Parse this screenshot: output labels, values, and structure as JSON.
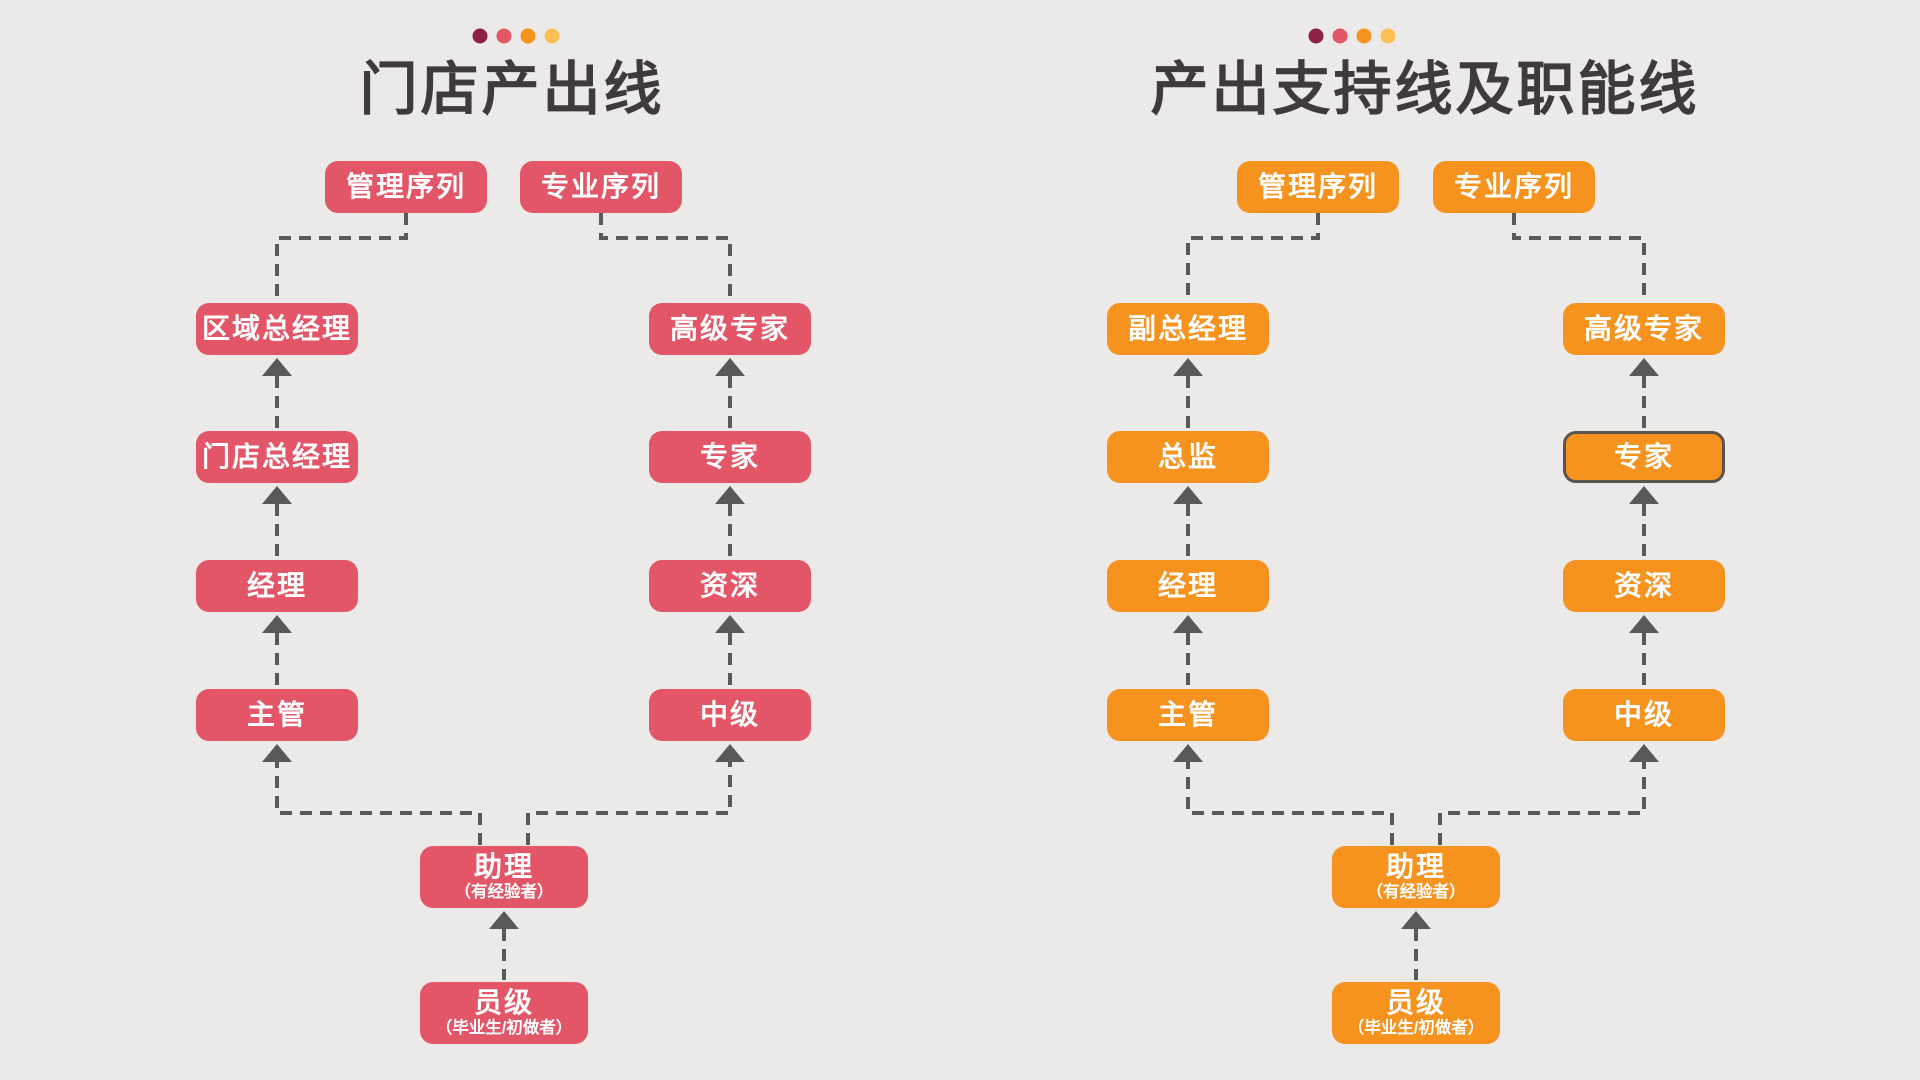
{
  "background_color": "#EBEAE8",
  "connector_color": "#58595B",
  "title_color": "#3F3B3A",
  "dot_colors": [
    "#8E2043",
    "#E25668",
    "#F6921E",
    "#FBBF52"
  ],
  "groups": [
    {
      "id": "store-output-line",
      "title": "门店产出线",
      "accent": "#E25668",
      "headers": {
        "management": "管理序列",
        "professional": "专业序列"
      },
      "management_track": [
        "区域总经理",
        "门店总经理",
        "经理",
        "主管"
      ],
      "professional_track": [
        "高级专家",
        "专家",
        "资深",
        "中级"
      ],
      "shared_track": [
        {
          "label": "助理",
          "sublabel": "（有经验者）"
        },
        {
          "label": "员级",
          "sublabel": "（毕业生/初做者）"
        }
      ],
      "highlighted_node": null
    },
    {
      "id": "support-and-functional-line",
      "title": "产出支持线及职能线",
      "accent": "#F6921E",
      "headers": {
        "management": "管理序列",
        "professional": "专业序列"
      },
      "management_track": [
        "副总经理",
        "总监",
        "经理",
        "主管"
      ],
      "professional_track": [
        "高级专家",
        "专家",
        "资深",
        "中级"
      ],
      "shared_track": [
        {
          "label": "助理",
          "sublabel": "（有经验者）"
        },
        {
          "label": "员级",
          "sublabel": "（毕业生/初做者）"
        }
      ],
      "highlighted_node": "专家"
    }
  ]
}
